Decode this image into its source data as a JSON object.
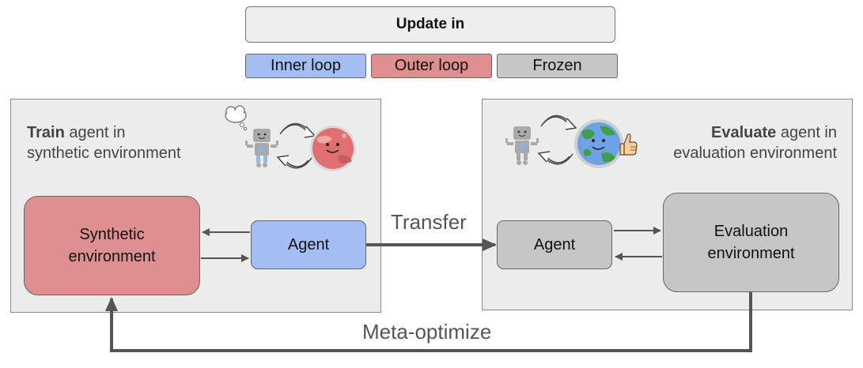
{
  "legend": {
    "title": "Update in",
    "items": [
      {
        "label": "Inner loop",
        "color": "#a4bdf2"
      },
      {
        "label": "Outer loop",
        "color": "#df8f8f"
      },
      {
        "label": "Frozen",
        "color": "#c6c6c6"
      }
    ]
  },
  "train_panel": {
    "title_bold": "Train",
    "title_rest": " agent in",
    "subtitle": "synthetic environment"
  },
  "eval_panel": {
    "title_bold": "Evaluate",
    "title_rest": " agent in",
    "subtitle": "evaluation environment"
  },
  "nodes": {
    "synthetic_env": {
      "line1": "Synthetic",
      "line2": "environment",
      "color": "#df8f8f"
    },
    "train_agent": {
      "label": "Agent",
      "color": "#a4bdf2"
    },
    "eval_agent": {
      "label": "Agent",
      "color": "#c6c6c6"
    },
    "evaluation_env": {
      "line1": "Evaluation",
      "line2": "environment",
      "color": "#c6c6c6"
    }
  },
  "edges": {
    "transfer": "Transfer",
    "meta_optimize": "Meta-optimize"
  },
  "icons": [
    "thought-cloud-icon",
    "robot-icon",
    "cycle-arrows-icon",
    "red-planet-icon",
    "earth-icon",
    "thumbs-up-icon"
  ]
}
